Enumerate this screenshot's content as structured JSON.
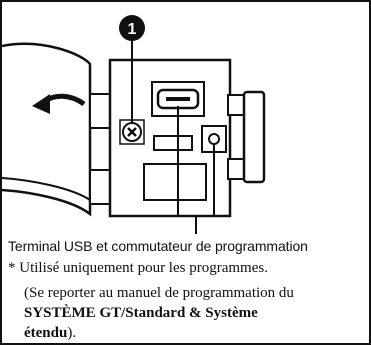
{
  "callout": {
    "number": "1"
  },
  "caption": {
    "title": "Terminal USB et commutateur de programmation",
    "note_line1": "* Utilisé uniquement pour les programmes.",
    "note_line2": "(Se reporter au manuel de programmation du",
    "note_line3": "SYSTÈME GT/Standard & Système",
    "note_line4_bold": "étendu",
    "note_line4_rest": ")."
  },
  "icons": {
    "arrow": "curved-arrow-left-icon",
    "screw": "screw-icon",
    "usb": "micro-usb-port-icon",
    "button": "program-button-icon"
  },
  "colors": {
    "ink": "#111111",
    "background": "#ffffff",
    "callout_fill": "#111111"
  }
}
